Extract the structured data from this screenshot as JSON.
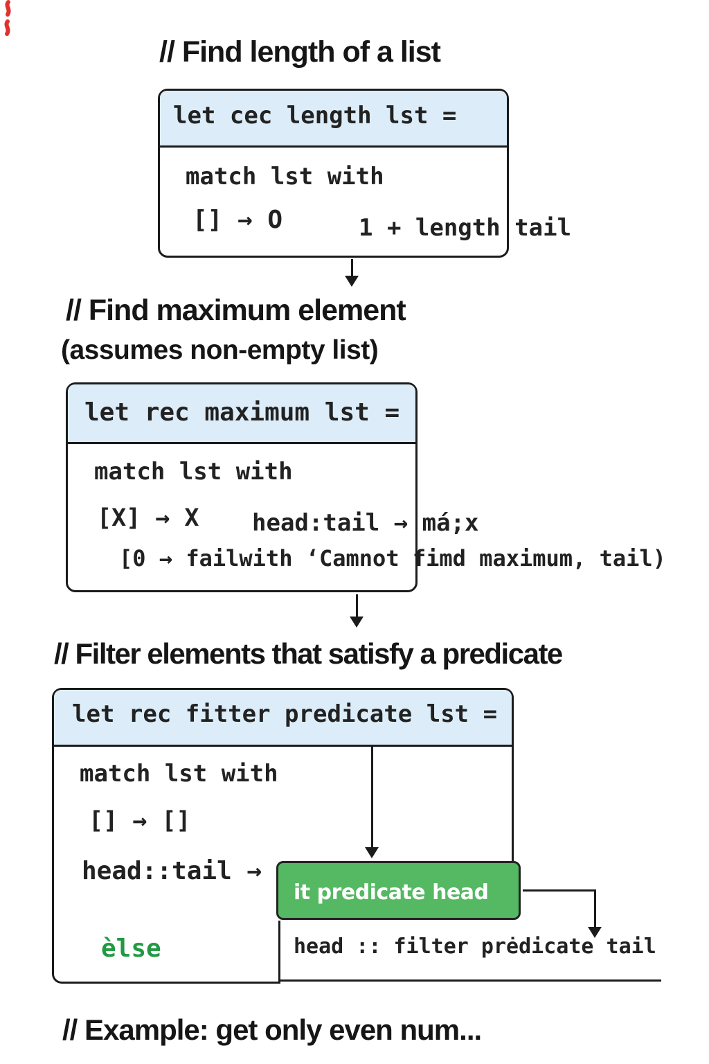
{
  "colors": {
    "ink": "#1b1b1b",
    "code": "#222222",
    "title": "#161616",
    "header_blue": "#dcedf9",
    "green_fill": "#55b862",
    "green_border": "#232323",
    "else_green": "#1f9a43",
    "red_mark": "#e0322c"
  },
  "sections": {
    "find_length": {
      "title": "// Find length of a list",
      "header": "let cec length lst =",
      "l1": "match lst with",
      "l2": "[] → O",
      "l3": "1 + length tail"
    },
    "find_maximum": {
      "title": "// Find maximum element",
      "subtitle": "(assumes non-empty list)",
      "header": "let rec maximum lst =",
      "l1": "match lst with",
      "l2": "[X] → X",
      "l3": "head:tail → má;x",
      "l4": "[0 → failwith ‘Camnot fimd maximum, tail)"
    },
    "filter": {
      "title": "// Filter elements that satisfy a predicate",
      "header": "let rec fitter predicate lst =",
      "l1": "match lst with",
      "l2": "[] → []",
      "l3": "head::tail →",
      "condition": "it predicate head",
      "else_label": "èlse",
      "result": "head :: filter prėdicate tail"
    }
  },
  "caption": "// Example: get only even num..."
}
